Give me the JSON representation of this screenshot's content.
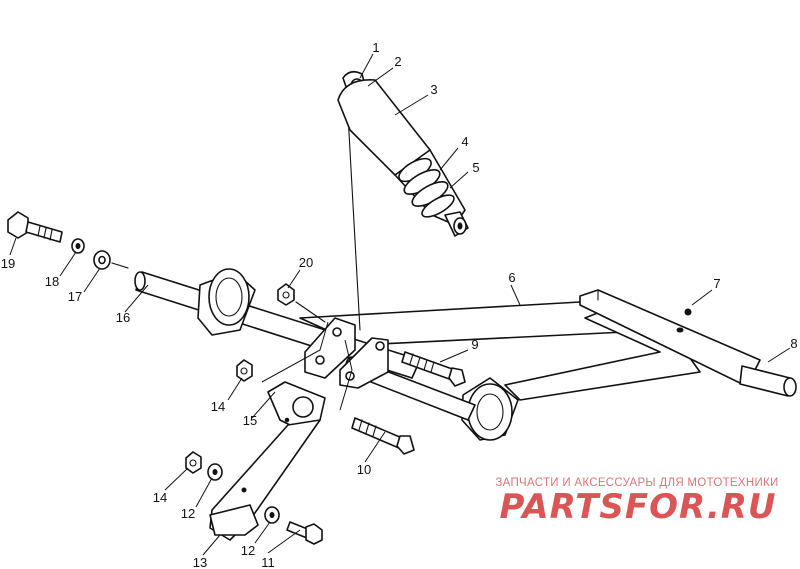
{
  "callouts": [
    {
      "id": "1",
      "label": "1"
    },
    {
      "id": "2",
      "label": "2"
    },
    {
      "id": "3",
      "label": "3"
    },
    {
      "id": "4",
      "label": "4"
    },
    {
      "id": "5",
      "label": "5"
    },
    {
      "id": "6",
      "label": "6"
    },
    {
      "id": "7",
      "label": "7"
    },
    {
      "id": "8",
      "label": "8"
    },
    {
      "id": "9",
      "label": "9"
    },
    {
      "id": "10",
      "label": "10"
    },
    {
      "id": "11",
      "label": "11"
    },
    {
      "id": "12a",
      "label": "12"
    },
    {
      "id": "12b",
      "label": "12"
    },
    {
      "id": "13",
      "label": "13"
    },
    {
      "id": "14a",
      "label": "14"
    },
    {
      "id": "14b",
      "label": "14"
    },
    {
      "id": "15",
      "label": "15"
    },
    {
      "id": "16",
      "label": "16"
    },
    {
      "id": "17",
      "label": "17"
    },
    {
      "id": "18",
      "label": "18"
    },
    {
      "id": "19",
      "label": "19"
    },
    {
      "id": "20",
      "label": "20"
    }
  ],
  "watermark": {
    "tagline": "ЗАПЧАСТИ И АКСЕССУАРЫ ДЛЯ МОТОТЕХНИКИ",
    "logo": "PARTSFOR.RU",
    "color": "#d43838"
  }
}
